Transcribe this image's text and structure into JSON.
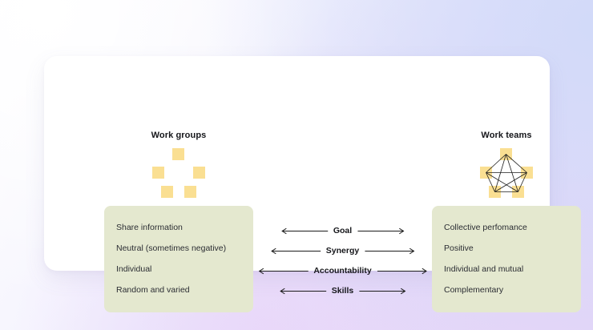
{
  "theme": {
    "card_background": "#ffffff",
    "panel_background": "#e4e8cf",
    "node_color": "#fadf92",
    "text_color": "#15161a",
    "item_text_color": "#2b2d33",
    "line_color": "#1c1c1c"
  },
  "columns": {
    "left": {
      "heading": "Work groups",
      "diagram": {
        "icon": "five-separate-squares",
        "node_count": 5,
        "connected": false
      },
      "items": [
        "Share information",
        "Neutral (sometimes negative)",
        "Individual",
        "Random and varied"
      ]
    },
    "right": {
      "heading": "Work teams",
      "diagram": {
        "icon": "five-connected-squares-network",
        "node_count": 5,
        "connected": true,
        "edge_count": 10
      },
      "items": [
        "Collective perfomance",
        "Positive",
        "Individual and mutual",
        "Complementary"
      ]
    }
  },
  "comparison_rows": [
    {
      "label": "Goal",
      "left_arrow": "arrow-left-icon",
      "right_arrow": "arrow-right-icon"
    },
    {
      "label": "Synergy",
      "left_arrow": "arrow-left-icon",
      "right_arrow": "arrow-right-icon"
    },
    {
      "label": "Accountability",
      "left_arrow": "arrow-left-icon",
      "right_arrow": "arrow-right-icon"
    },
    {
      "label": "Skills",
      "left_arrow": "arrow-left-icon",
      "right_arrow": "arrow-right-icon"
    }
  ]
}
